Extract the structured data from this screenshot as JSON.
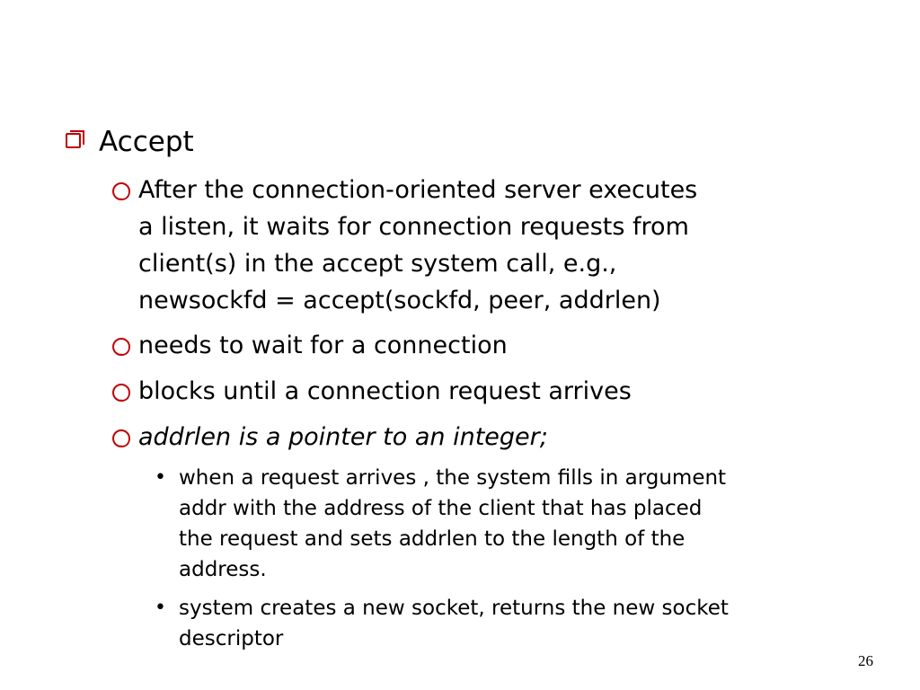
{
  "slide": {
    "title": "Accept",
    "items": [
      {
        "lines": [
          "After the connection-oriented server executes",
          "a listen, it waits for connection requests from",
          "client(s) in the accept system call, e.g.,",
          "newsockfd = accept(sockfd, peer, addrlen)"
        ]
      },
      {
        "lines": [
          "needs to wait for a connection"
        ]
      },
      {
        "lines": [
          " blocks until a connection  request arrives"
        ]
      },
      {
        "lines": [
          "addrlen is a pointer to an integer;"
        ],
        "subitems": [
          {
            "lines": [
              "when a request arrives , the system fills in argument",
              "addr with the address of the client that has placed",
              "the request and sets addrlen to the length of the",
              "address."
            ]
          },
          {
            "lines": [
              "system creates a new socket, returns the new socket",
              "descriptor"
            ]
          }
        ]
      }
    ],
    "page_number": "26"
  },
  "colors": {
    "bullet": "#c00000",
    "text": "#000000",
    "background": "#ffffff"
  },
  "icons": {
    "level1_bullet": "checkbox-bullet-icon",
    "level2_bullet": "ring-bullet-icon",
    "level3_bullet": "dot-bullet-icon",
    "level3_bullet_glyph": "•"
  }
}
